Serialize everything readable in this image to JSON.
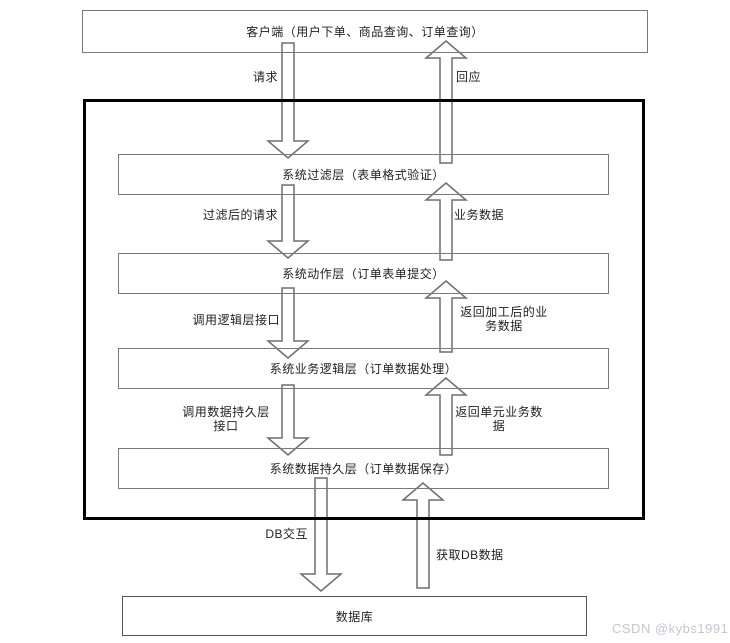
{
  "client_box": {
    "label": "客户端（用户下单、商品查询、订单查询）"
  },
  "layers": [
    {
      "label": "系统过滤层（表单格式验证）"
    },
    {
      "label": "系统动作层（订单表单提交）"
    },
    {
      "label": "系统业务逻辑层（订单数据处理）"
    },
    {
      "label": "系统数据持久层（订单数据保存）"
    }
  ],
  "flows": [
    {
      "down": "请求",
      "up": "回应"
    },
    {
      "down": "过滤后的请求",
      "up": "业务数据"
    },
    {
      "down": "调用逻辑层接口",
      "up": "返回加工后的业\n务数据"
    },
    {
      "down": "调用数据持久层\n接口",
      "up": "返回单元业务数\n据"
    },
    {
      "down": "DB交互",
      "up": "获取DB数据"
    }
  ],
  "database_box": {
    "label": "数据库"
  },
  "watermark": "CSDN @kybs1991",
  "colors": {
    "background": "#ffffff",
    "thin_box_border": "#7a7a7a",
    "outer_box_border": "#000000",
    "arrow_outline": "#6e6e6e",
    "text": "#1f1f1f",
    "watermark": "#c6c6d0"
  }
}
